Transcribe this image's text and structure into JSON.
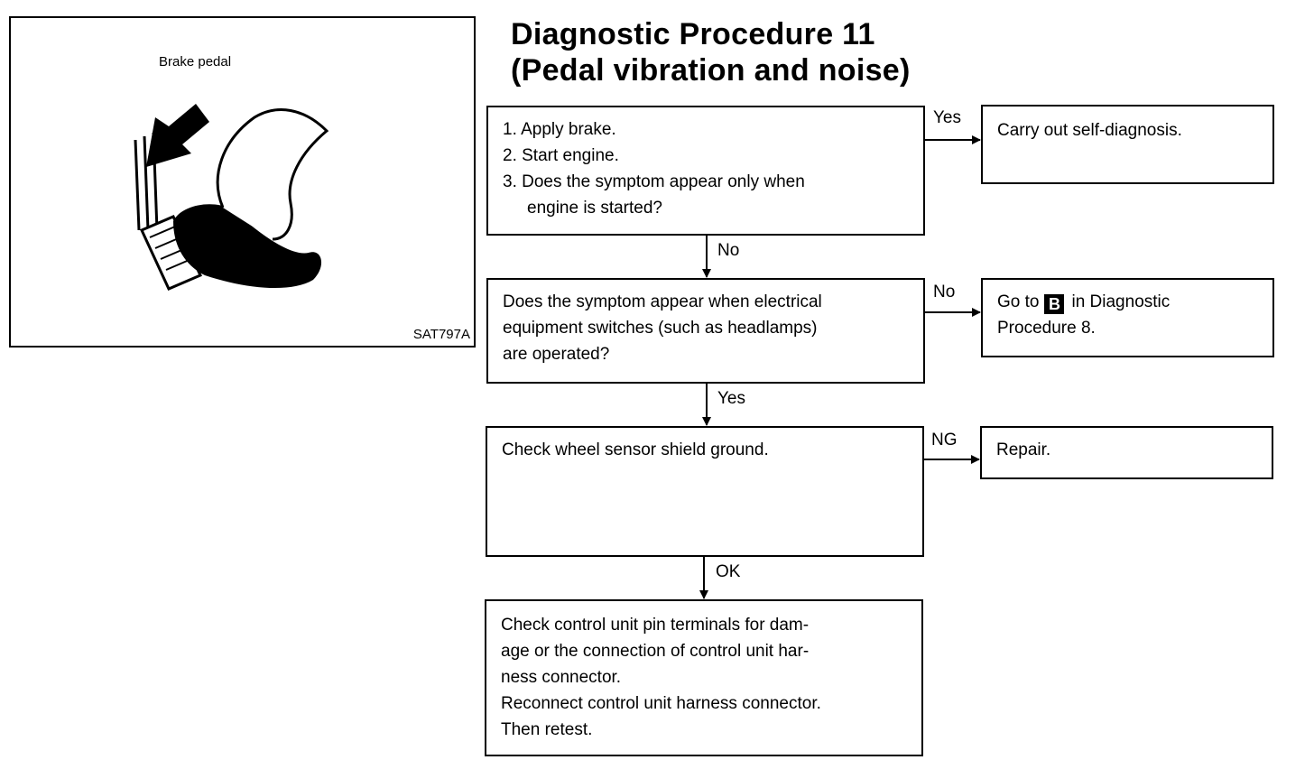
{
  "figure": {
    "caption": "Brake pedal",
    "code": "SAT797A"
  },
  "title": {
    "line1": "Diagnostic Procedure 11",
    "line2": "(Pedal vibration and noise)"
  },
  "steps": {
    "step1": {
      "items": [
        "1. Apply brake.",
        "2. Start engine.",
        "3. Does the symptom appear only when",
        "engine is started?"
      ]
    },
    "step1_yes_label": "Yes",
    "step1_no_label": "No",
    "selfdiag": {
      "text": "Carry out self-diagnosis."
    },
    "step2": {
      "lines": [
        "Does the symptom appear when electrical",
        "equipment switches (such as headlamps)",
        "are operated?"
      ]
    },
    "step2_no_label": "No",
    "step2_yes_label": "Yes",
    "goto": {
      "prefix": "Go to",
      "badge": "B",
      "suffix": "in Diagnostic",
      "line2": "Procedure 8."
    },
    "step3": {
      "text": "Check wheel sensor shield ground."
    },
    "step3_ng_label": "NG",
    "step3_ok_label": "OK",
    "repair": {
      "text": "Repair."
    },
    "step4": {
      "lines": [
        "Check control unit pin terminals for dam-",
        "age or the connection of control unit har-",
        "ness connector.",
        "Reconnect control unit harness connector.",
        "Then retest."
      ]
    }
  },
  "icons": {
    "badge_icon": "letter-b-badge-icon",
    "arrow_icon": "arrow-icon"
  }
}
